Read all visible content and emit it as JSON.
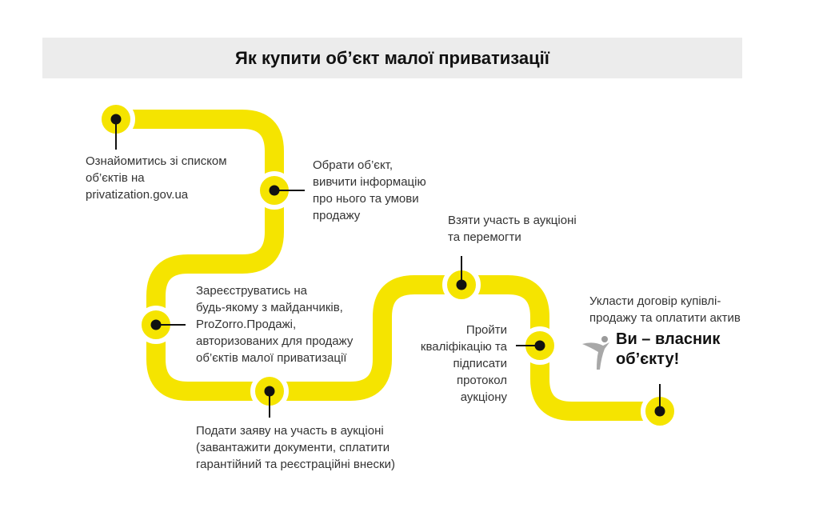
{
  "title": "Як купити об’єкт малої приватизації",
  "colors": {
    "track": "#f5e400",
    "dot": "#111111",
    "title_bg": "#ececec"
  },
  "steps": [
    {
      "text": "Ознайомитись зі списком\nоб’єктів на\nprivatization.gov.ua"
    },
    {
      "text": "Обрати об’єкт,\nвивчити інформацію\nпро нього та умови\nпродажу"
    },
    {
      "text": "Зареєструватись на\nбудь-якому з майданчиків,\nProZorro.Продажі,\nавторизованих для продажу\nоб’єктів малої приватизації"
    },
    {
      "text": "Подати заяву на участь в аукціоні\n(завантажити документи, сплатити\nгарантійний та реєстраційні внески)"
    },
    {
      "text": "Взяти участь в аукціоні\nта перемогти"
    },
    {
      "text": "Пройти\nкваліфікацію та\nпідписати\nпротокол\nаукціону"
    },
    {
      "text": "Укласти договір купівлі-\nпродажу та оплатити актив"
    }
  ],
  "final": {
    "text": "Ви – власник\nоб’єкту!",
    "icon": "person-jumping-icon"
  }
}
